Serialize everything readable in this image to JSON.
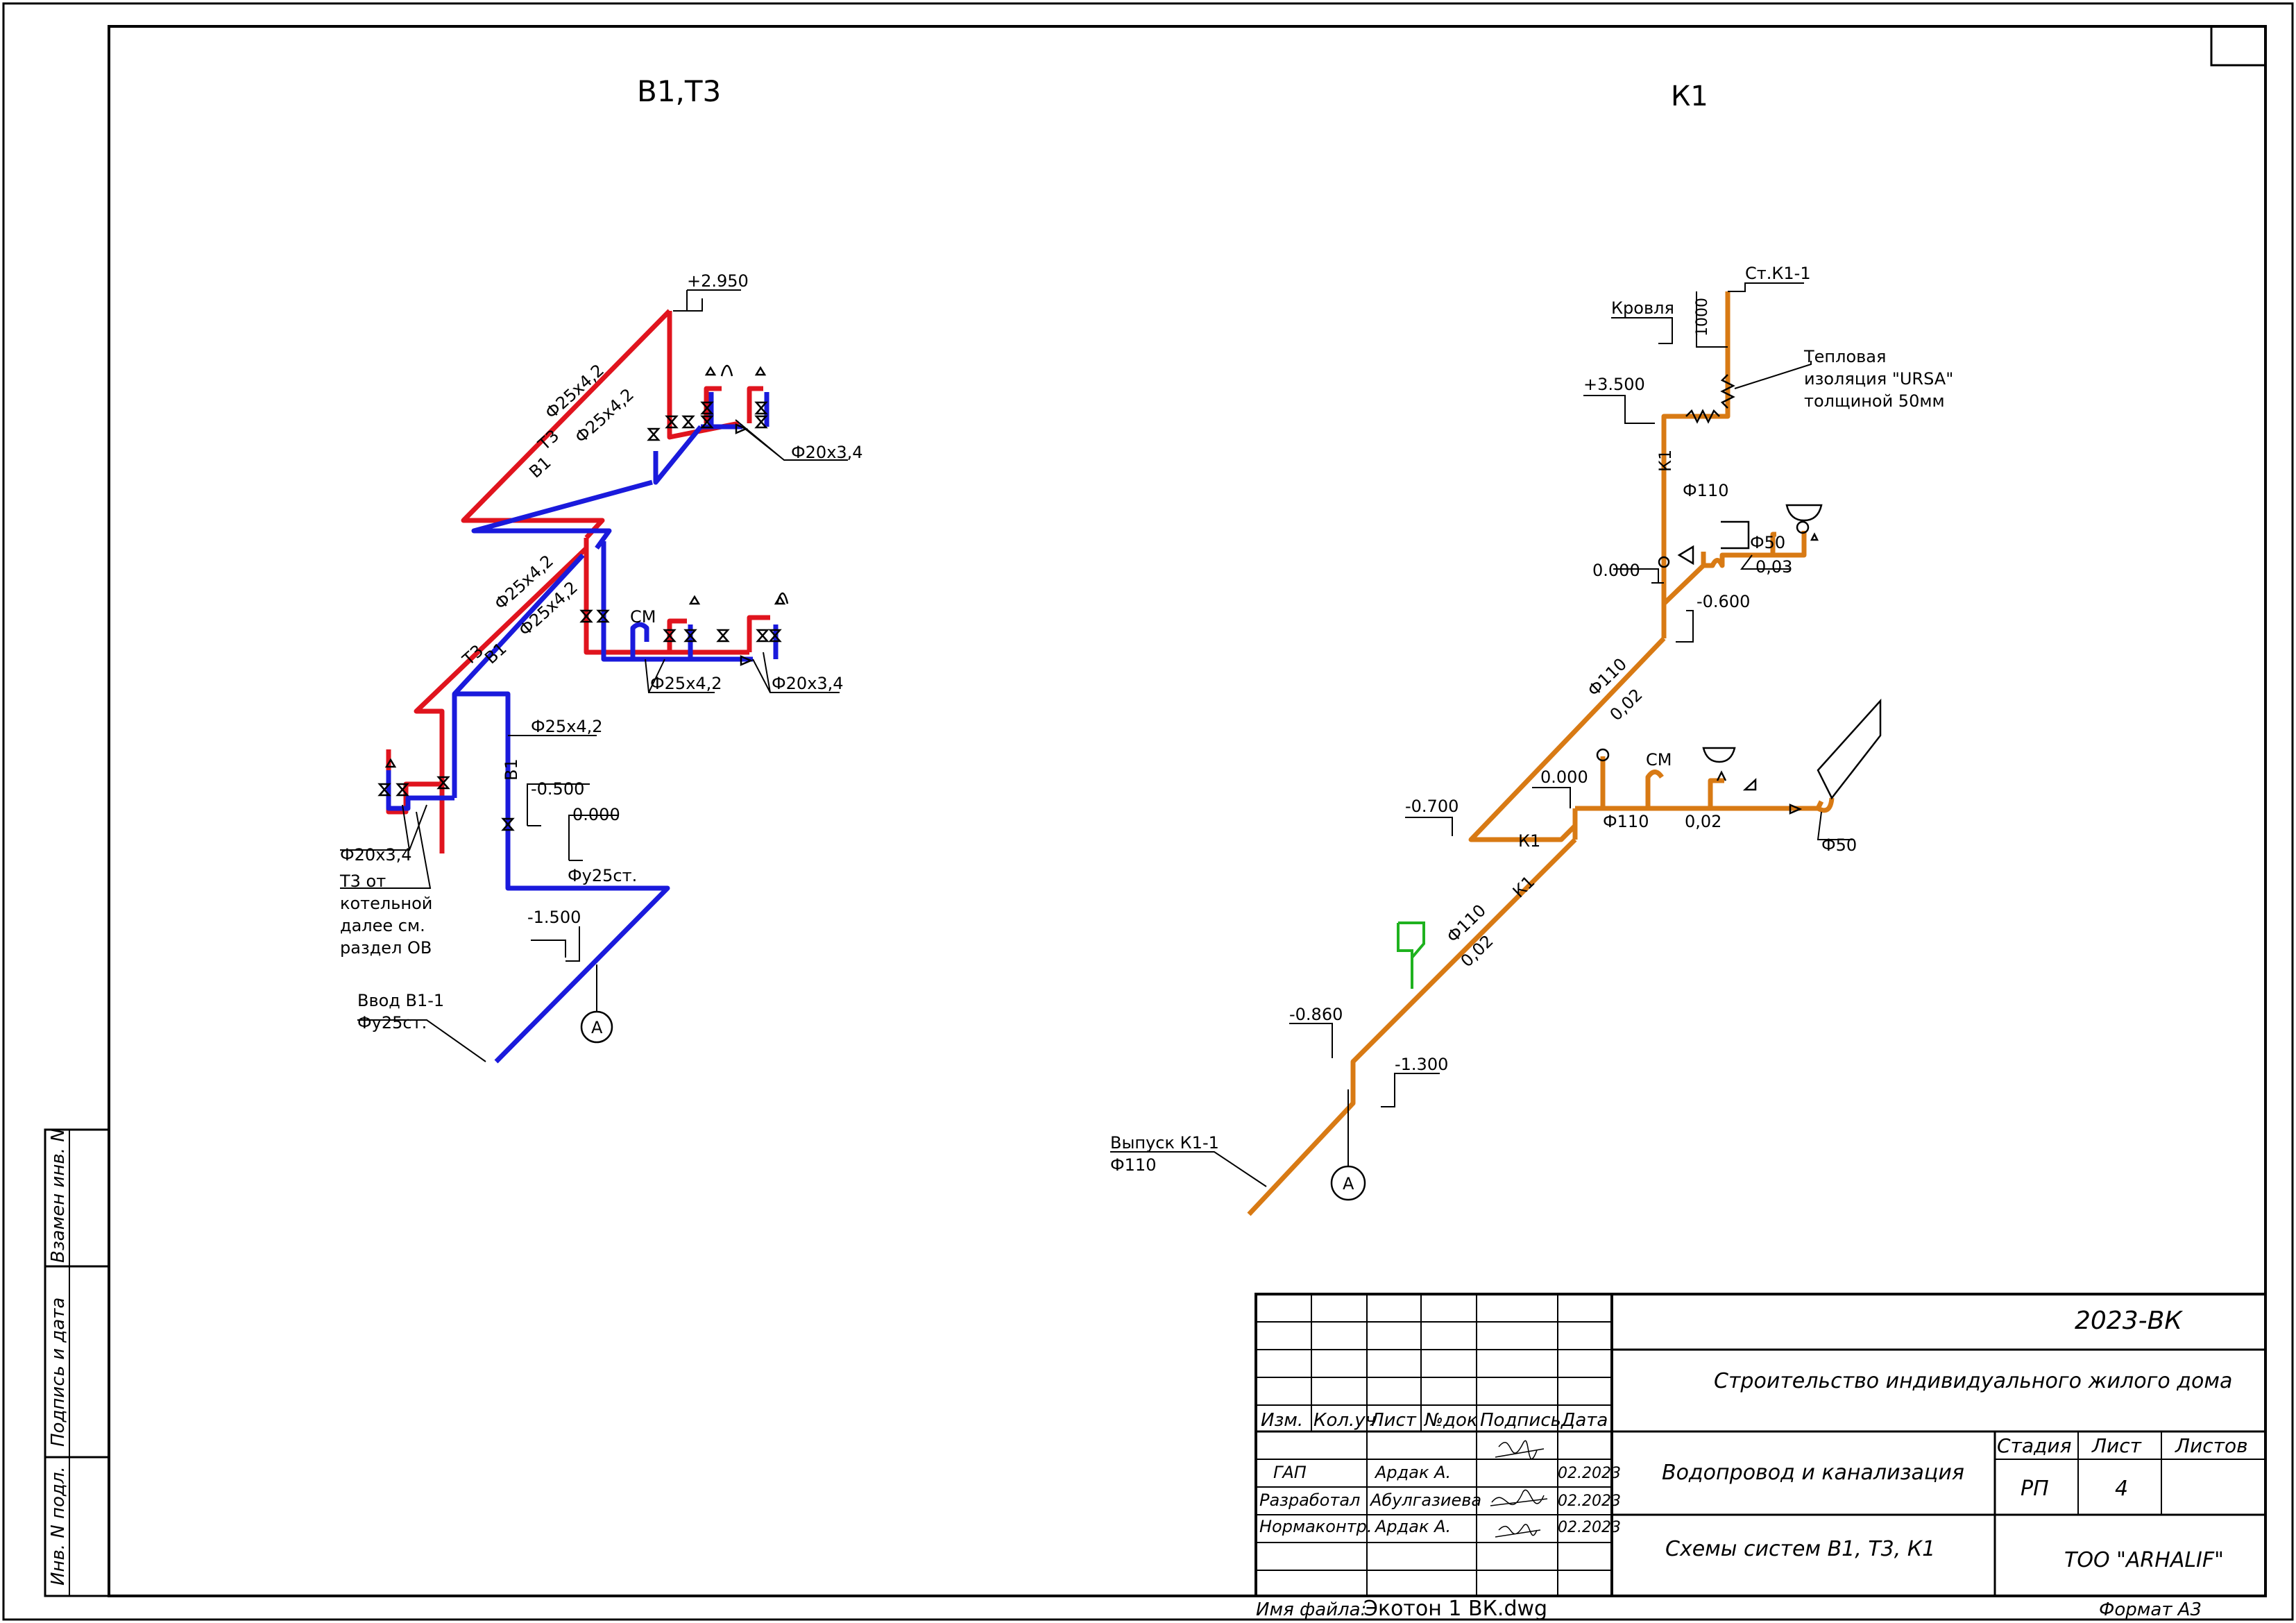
{
  "titles": {
    "left": "В1,Т3",
    "right": "К1"
  },
  "left": {
    "mark_2950": "+2.950",
    "d25a": "Ф25х4,2",
    "d25b": "Ф25х4,2",
    "d25c": "Ф25х4,2",
    "d25d": "Ф25х4,2",
    "d25e": "Ф25х4,2",
    "d25f": "Ф25х4,2",
    "d20a": "Ф20х3,4",
    "d20b": "Ф20х3,4",
    "d20c": "Ф20х3,4",
    "t3_a": "Т3",
    "b1_a": "В1",
    "t3_b": "Т3",
    "b1_b": "В1",
    "b1_c": "В1",
    "cm": "СМ",
    "mark_0500": "-0.500",
    "mark_0000": "0.000",
    "fy25": "Фу25ст.",
    "mark_1500": "-1.500",
    "note": [
      "Т3 от",
      "котельной",
      "далее см.",
      "раздел ОВ"
    ],
    "vvod": [
      "Ввод В1-1",
      "Фу25ст."
    ],
    "node_a": "А"
  },
  "right": {
    "roof": "Кровля",
    "dim1000": "1000",
    "riser": "Ст.К1-1",
    "insul": [
      "Тепловая",
      "изоляция \"URSA\"",
      "толщиной 50мм"
    ],
    "mark_3500": "+3.500",
    "k1_a": "К1",
    "d110a": "Ф110",
    "d50a": "Ф50",
    "slope003": "0,03",
    "mark_0000a": "0.000",
    "mark_0600": "-0.600",
    "d110b": "Ф110",
    "slope002a": "0,02",
    "cm": "СМ",
    "mark_0700": "-0.700",
    "mark_0000b": "0.000",
    "k1_b": "К1",
    "d110c": "Ф110",
    "slope002b": "0,02",
    "d50b": "Ф50",
    "k1_c": "К1",
    "d110d": "Ф110",
    "slope002c": "0,02",
    "mark_0860": "-0.860",
    "mark_1300": "-1.300",
    "vypusk": [
      "Выпуск К1-1",
      "Ф110"
    ],
    "node_a": "А"
  },
  "side_stamp": [
    "Взамен инв. N",
    "Подпись и дата",
    "Инв. N подл."
  ],
  "stamp": {
    "code": "2023-ВК",
    "project": "Строительство индивидуального жилого дома",
    "cols": [
      "Изм.",
      "Кол.уч",
      "Лист",
      "№док",
      "Подпись",
      "Дата"
    ],
    "rows": [
      {
        "role": "ГАП",
        "name": "Ардак А.",
        "date": "02.2023"
      },
      {
        "role": "Разработал",
        "name": "Абулгазиева",
        "date": "02.2023"
      },
      {
        "role": "Нормаконтр.",
        "name": "Ардак А.",
        "date": "02.2023"
      }
    ],
    "section": "Водопровод и канализация",
    "sheet_title": "Схемы систем В1, Т3, К1",
    "stage_label": "Стадия",
    "sheet_label": "Лист",
    "sheets_label": "Листов",
    "stage": "РП",
    "sheet": "4",
    "company": "ТОО \"ARHALIF\""
  },
  "footer": {
    "file_label": "Имя файла:",
    "file_name": "Экотон 1 ВК.dwg",
    "format": "Формат А3"
  },
  "colors": {
    "cold": "#1a1adc",
    "hot": "#e0141e",
    "sewer": "#d87a14",
    "green": "#1fb21f"
  }
}
